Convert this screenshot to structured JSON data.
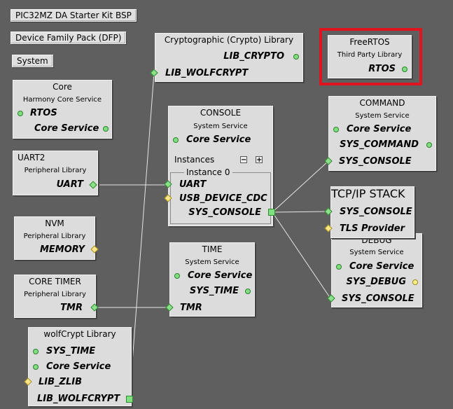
{
  "top_buttons": {
    "bsp": "PIC32MZ DA Starter Kit BSP",
    "dfp": "Device Family Pack (DFP)",
    "system": "System"
  },
  "components": {
    "crypto": {
      "title": "Cryptographic (Crypto) Library",
      "ports": [
        "LIB_CRYPTO",
        "LIB_WOLFCRYPT"
      ]
    },
    "freertos": {
      "title": "FreeRTOS",
      "subtitle": "Third Party Library",
      "ports": [
        "RTOS"
      ]
    },
    "core": {
      "title": "Core",
      "subtitle": "Harmony Core Service",
      "ports": [
        "RTOS",
        "Core Service"
      ]
    },
    "console": {
      "title": "CONSOLE",
      "subtitle": "System Service",
      "ports": [
        "Core Service"
      ],
      "instances_label": "Instances",
      "instance_label": "Instance 0",
      "instance_ports": [
        "UART",
        "USB_DEVICE_CDC",
        "SYS_CONSOLE"
      ]
    },
    "command": {
      "title": "COMMAND",
      "subtitle": "System Service",
      "ports": [
        "Core Service",
        "SYS_COMMAND",
        "SYS_CONSOLE"
      ]
    },
    "uart2": {
      "title": "UART2",
      "subtitle": "Peripheral Library",
      "ports": [
        "UART"
      ]
    },
    "tcpip": {
      "title": "TCP/IP STACK",
      "ports": [
        "SYS_CONSOLE",
        "TLS Provider"
      ]
    },
    "nvm": {
      "title": "NVM",
      "subtitle": "Peripheral Library",
      "ports": [
        "MEMORY"
      ]
    },
    "debug": {
      "title": "DEBUG",
      "subtitle": "System Service",
      "ports": [
        "Core Service",
        "SYS_DEBUG",
        "SYS_CONSOLE"
      ]
    },
    "time": {
      "title": "TIME",
      "subtitle": "System Service",
      "ports": [
        "Core Service",
        "SYS_TIME",
        "TMR"
      ]
    },
    "coretimer": {
      "title": "CORE TIMER",
      "subtitle": "Peripheral Library",
      "ports": [
        "TMR"
      ]
    },
    "wolfcrypt": {
      "title": "wolfCrypt Library",
      "ports": [
        "SYS_TIME",
        "Core Service",
        "LIB_ZLIB",
        "LIB_WOLFCRYPT"
      ]
    }
  },
  "icons": {
    "collapse": "minus-icon",
    "expand": "plus-icon",
    "collapse_glyph": "−",
    "expand_glyph": "+"
  },
  "colors": {
    "background": "#5f5f5f",
    "node": "#dcdcdc",
    "connected": "#7fe07f",
    "optional": "#fbe68a",
    "highlight": "#e0141e",
    "wire": "#e8e8e8"
  }
}
